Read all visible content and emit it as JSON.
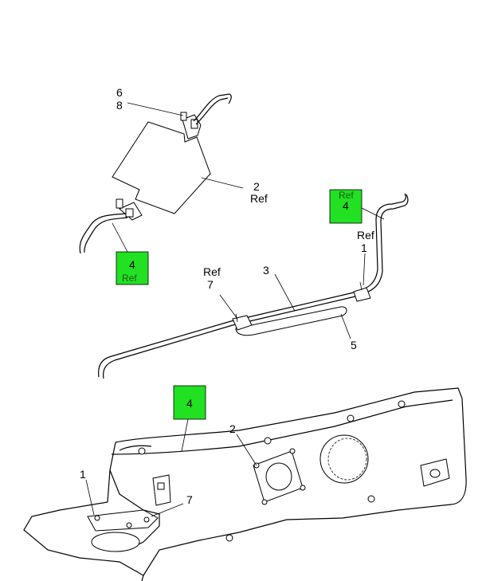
{
  "callouts": {
    "top_6": "6",
    "top_8": "8",
    "top_2": "2",
    "top_2_ref": "Ref",
    "mid_ref_7": "Ref",
    "mid_7": "7",
    "mid_3": "3",
    "mid_5": "5",
    "mid_ref_1": "Ref",
    "mid_1": "1",
    "bot_2": "2",
    "bot_1": "1",
    "bot_7": "7"
  },
  "hotspots": {
    "left_ref": "Ref",
    "left_num": "4",
    "right_ref": "Ref",
    "right_num": "4",
    "bottom_num": "4",
    "color": "#22e022"
  }
}
